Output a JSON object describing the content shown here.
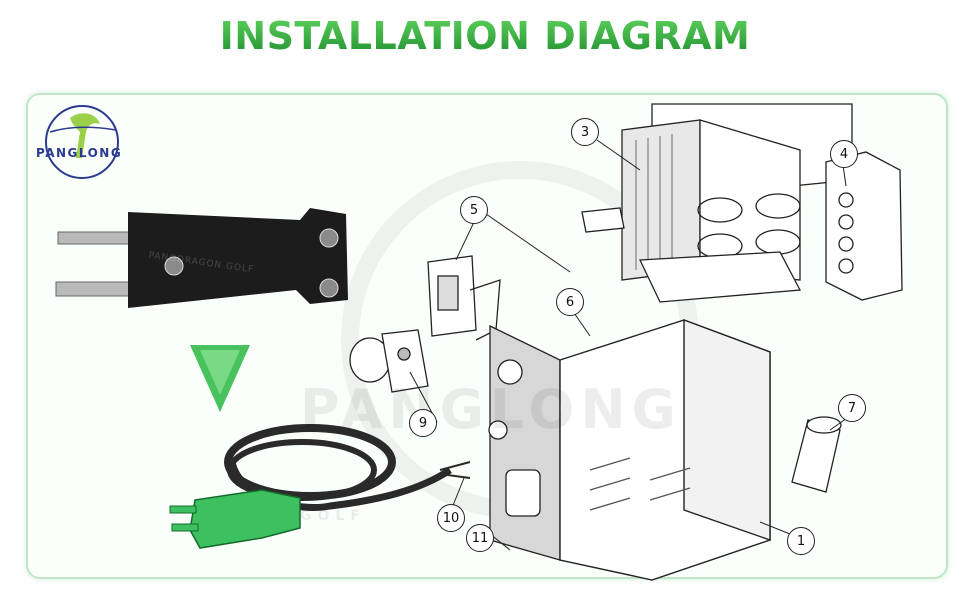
{
  "title": "INSTALLATION DIAGRAM",
  "brand": {
    "logo_text": "PANGLONG",
    "plug_text": "PANGDRAGON GOLF",
    "watermark": "PANGLONG",
    "watermark_small": "GOLF"
  },
  "callouts": [
    {
      "id": "1",
      "label": "1"
    },
    {
      "id": "3",
      "label": "3"
    },
    {
      "id": "4",
      "label": "4"
    },
    {
      "id": "5",
      "label": "5"
    },
    {
      "id": "6",
      "label": "6"
    },
    {
      "id": "7",
      "label": "7"
    },
    {
      "id": "9",
      "label": "9"
    },
    {
      "id": "10",
      "label": "10"
    },
    {
      "id": "11",
      "label": "11"
    }
  ],
  "colors": {
    "accent": "#2fa83a",
    "plug_green": "#3cc060",
    "plug_body": "#1c1c1c",
    "line": "#222222"
  }
}
